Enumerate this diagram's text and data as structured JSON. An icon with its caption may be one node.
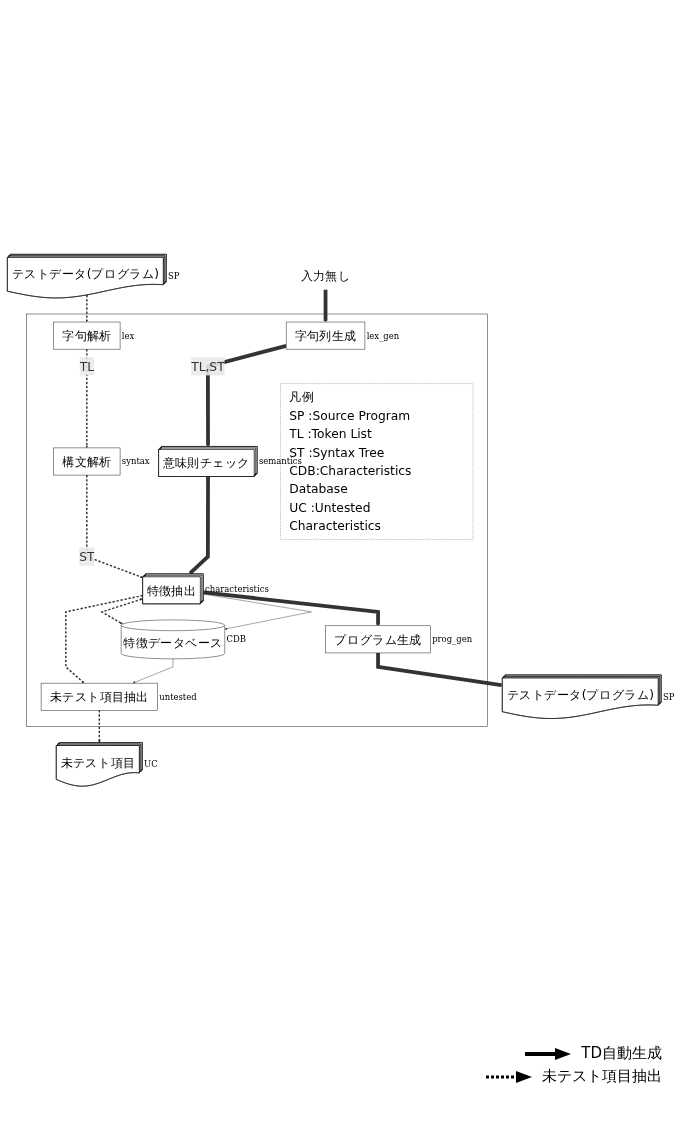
{
  "diagram": {
    "nodes": [
      {
        "text": [
          "テストデータ(プログラム)"
        ],
        "beside": [
          "SP"
        ]
      },
      {
        "text": [
          "入力無し"
        ]
      },
      {
        "text": [],
        "shape": "box"
      },
      {
        "text": [
          "字句解析"
        ],
        "beside": [
          "lex"
        ],
        "in": 2
      },
      {
        "text": [
          "字句列生成"
        ],
        "beside": [
          "lex_gen"
        ],
        "in": 2
      },
      {
        "text": [
          "構文解析"
        ],
        "beside": [
          "syntax"
        ],
        "in": 2
      },
      {
        "text": [
          "意味則チェック"
        ],
        "beside": [
          "semantics"
        ],
        "in": 2
      },
      {
        "text": [
          "凡例",
          "SP :Source Program",
          "TL :Token List",
          "ST :Syntax Tree",
          "CDB:Characteristics Database",
          "UC :Untested Characteristics"
        ],
        "in": 2
      },
      {
        "text": [
          "特徴抽出"
        ],
        "beside": [
          "characteristics"
        ],
        "in": 2
      },
      {
        "text": [
          "特徴データベース"
        ],
        "beside": [
          "CDB"
        ],
        "in": 2
      },
      {
        "text": [
          "プログラム生成"
        ],
        "beside": [
          "prog_gen"
        ],
        "in": 2
      },
      {
        "text": [
          "未テスト項目抽出"
        ],
        "beside": [
          "untested"
        ],
        "in": 2
      },
      {
        "text": [
          "テストデータ(プログラム)"
        ],
        "beside": [
          "SP"
        ]
      },
      {
        "text": [
          "未テスト項目"
        ],
        "beside": [
          "UC"
        ]
      }
    ],
    "edges": [
      {
        "from": 1,
        "to": 4,
        "arrow": "to",
        "style": "thick"
      },
      {
        "from": 0,
        "to": 3,
        "arrow": "to",
        "style": "dashed"
      },
      {
        "from": 3,
        "to": 5,
        "arrow": "to",
        "style": "dashed",
        "label": "TL"
      },
      {
        "from": 4,
        "to": 6,
        "arrow": "to",
        "style": "thick",
        "label": "TL,ST"
      },
      {
        "from": 5,
        "to": 8,
        "arrow": "to",
        "style": "dashed",
        "label": "ST"
      },
      {
        "from": 6,
        "to": 8,
        "arrow": "to",
        "style": "thick"
      },
      {
        "from": 8,
        "to": 10,
        "arrow": "to",
        "style": "thick"
      },
      {
        "from": 8,
        "to": 9,
        "arrow": "both",
        "style": "dashed"
      },
      {
        "from": 8,
        "to": 9,
        "arrow": "to"
      },
      {
        "from": 8,
        "to": 11,
        "arrow": "to",
        "style": "dashed"
      },
      {
        "from": 9,
        "to": 11,
        "arrow": "to"
      },
      {
        "from": 10,
        "to": 12,
        "arrow": "to",
        "style": "thick"
      },
      {
        "from": 11,
        "to": 13,
        "arrow": "to",
        "style": "dashed"
      }
    ],
    "legend": [
      {
        "text": "TD自動生成"
      },
      {
        "text": "未テスト項目抽出"
      }
    ]
  }
}
